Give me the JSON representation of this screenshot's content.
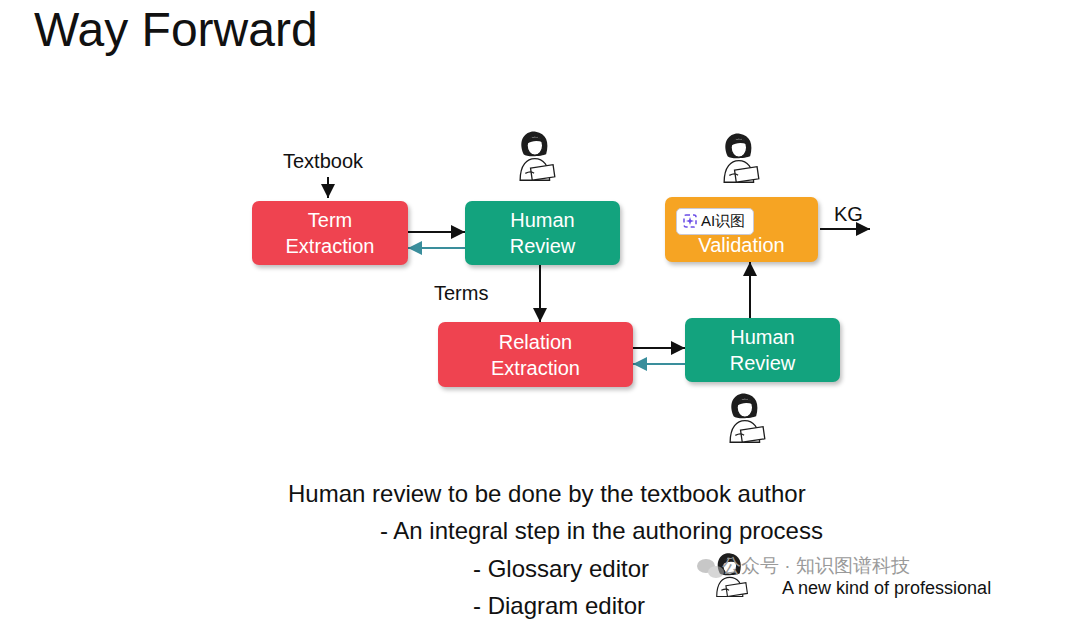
{
  "diagram": {
    "title": "Way Forward",
    "nodes": [
      {
        "text": [
          "Term Extraction"
        ]
      },
      {
        "text": [
          "Human Review"
        ]
      },
      {
        "text": [
          "Relation Extraction"
        ]
      },
      {
        "text": [
          "Human Review"
        ]
      },
      {
        "text": [
          "Validation"
        ]
      }
    ],
    "edges": [
      {
        "from": 0,
        "to": 1,
        "arrow": "to"
      },
      {
        "from": 1,
        "to": 0,
        "arrow": "to"
      },
      {
        "from": 1,
        "to": 2,
        "arrow": "to",
        "label": "Terms"
      },
      {
        "from": 2,
        "to": 3,
        "arrow": "to"
      },
      {
        "from": 3,
        "to": 2,
        "arrow": "to"
      },
      {
        "from": 3,
        "to": 4,
        "arrow": "to"
      }
    ],
    "labels": [
      "Textbook",
      "KG",
      "AI识图",
      "Human review to be done by the textbook author",
      "- An integral step in the authoring process",
      "- Glossary editor",
      "- Diagram editor",
      "公众号 · 知识图谱科技",
      "A new kind of professional"
    ]
  }
}
